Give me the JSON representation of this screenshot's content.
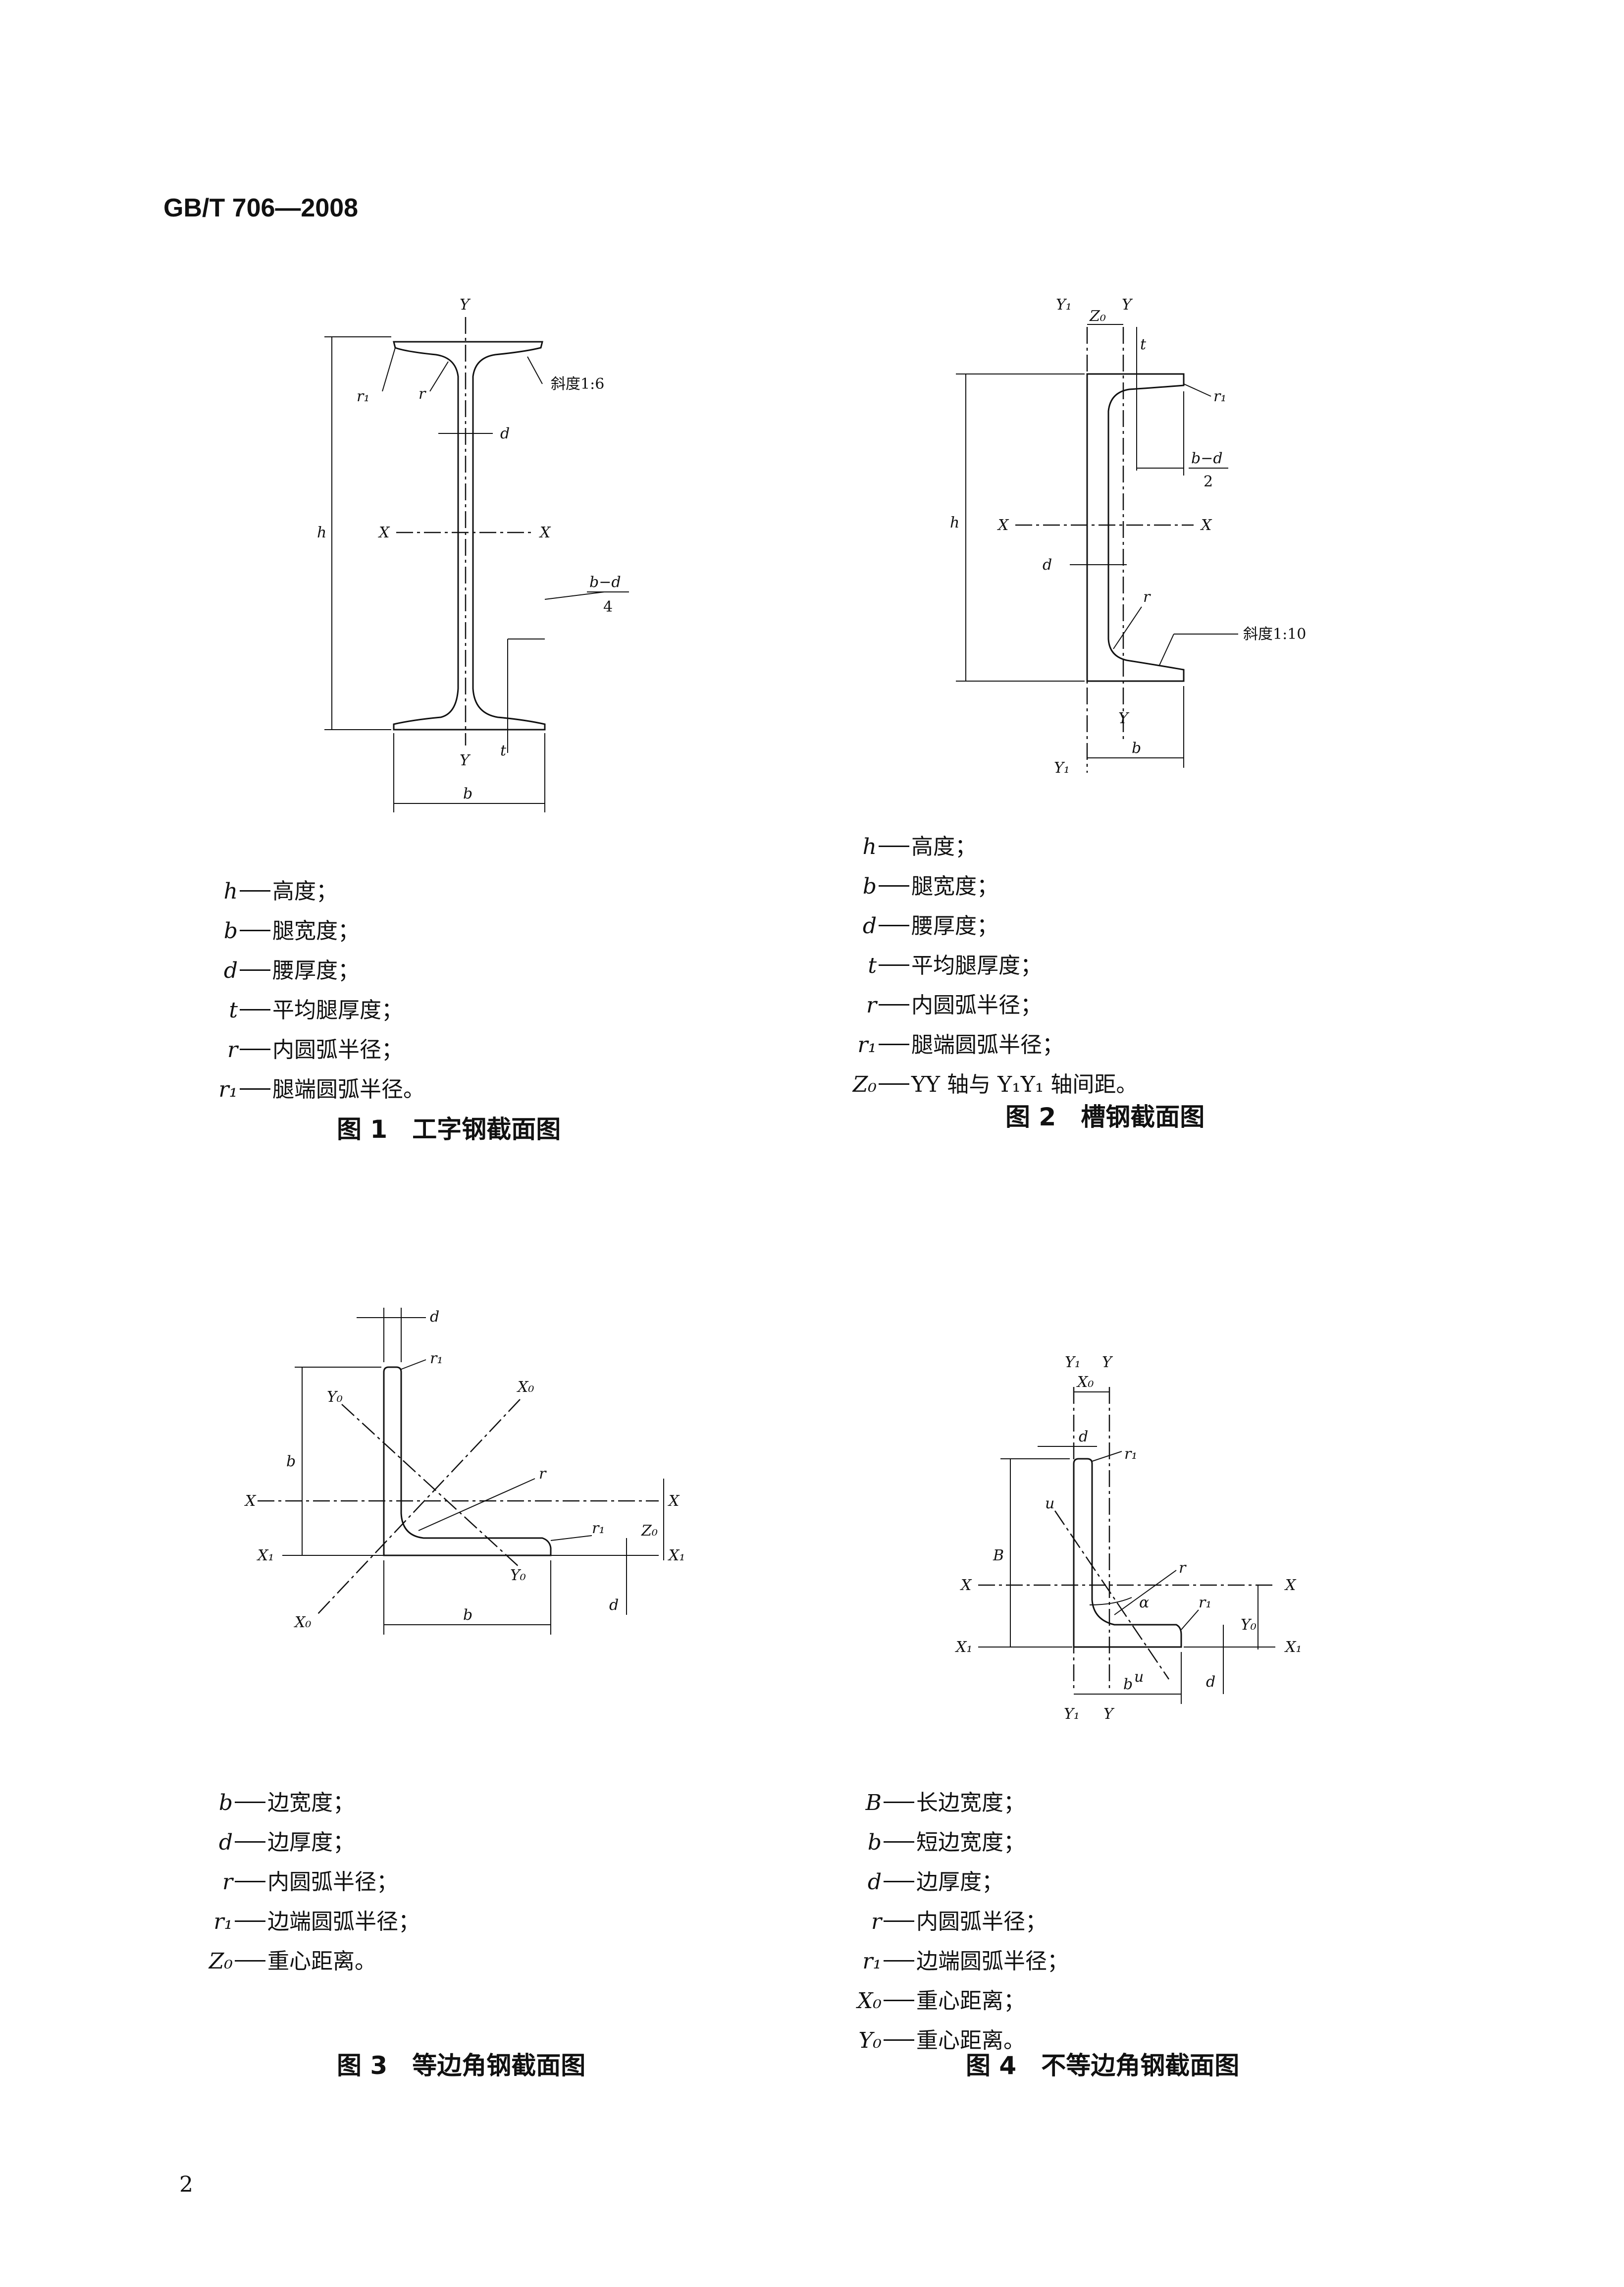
{
  "header": {
    "standard_code": "GB/T 706—2008"
  },
  "page_number": "2",
  "figures": {
    "fig1": {
      "caption": "图 1　工字钢截面图",
      "labels": {
        "Y": "Y",
        "X": "X",
        "h": "h",
        "b": "b",
        "d": "d",
        "t": "t",
        "r": "r",
        "r1": "r₁",
        "slope": "斜度1:6",
        "frac_num": "b−d",
        "frac_den": "4"
      },
      "legend": [
        {
          "sym": "h",
          "text": "高度；"
        },
        {
          "sym": "b",
          "text": "腿宽度；"
        },
        {
          "sym": "d",
          "text": "腰厚度；"
        },
        {
          "sym": "t",
          "text": "平均腿厚度；"
        },
        {
          "sym": "r",
          "text": "内圆弧半径；"
        },
        {
          "sym": "r₁",
          "text": "腿端圆弧半径。"
        }
      ]
    },
    "fig2": {
      "caption": "图 2　槽钢截面图",
      "labels": {
        "Y": "Y",
        "Y1": "Y₁",
        "Z0": "Z₀",
        "X": "X",
        "h": "h",
        "b": "b",
        "d": "d",
        "t": "t",
        "r": "r",
        "r1": "r₁",
        "slope": "斜度1:10",
        "frac_num": "b−d",
        "frac_den": "2"
      },
      "legend": [
        {
          "sym": "h",
          "text": "高度；"
        },
        {
          "sym": "b",
          "text": "腿宽度；"
        },
        {
          "sym": "d",
          "text": "腰厚度；"
        },
        {
          "sym": "t",
          "text": "平均腿厚度；"
        },
        {
          "sym": "r",
          "text": "内圆弧半径；"
        },
        {
          "sym": "r₁",
          "text": "腿端圆弧半径；"
        },
        {
          "sym": "Z₀",
          "text": "YY 轴与 Y₁Y₁ 轴间距。"
        }
      ]
    },
    "fig3": {
      "caption": "图 3　等边角钢截面图",
      "labels": {
        "X": "X",
        "X1": "X₁",
        "X0": "X₀",
        "Y0": "Y₀",
        "b": "b",
        "d": "d",
        "r": "r",
        "r1": "r₁",
        "Z0": "Z₀"
      },
      "legend": [
        {
          "sym": "b",
          "text": "边宽度；"
        },
        {
          "sym": "d",
          "text": "边厚度；"
        },
        {
          "sym": "r",
          "text": "内圆弧半径；"
        },
        {
          "sym": "r₁",
          "text": "边端圆弧半径；"
        },
        {
          "sym": "Z₀",
          "text": "重心距离。"
        }
      ]
    },
    "fig4": {
      "caption": "图 4　不等边角钢截面图",
      "labels": {
        "X": "X",
        "X1": "X₁",
        "X0": "X₀",
        "Y": "Y",
        "Y1": "Y₁",
        "Y0": "Y₀",
        "B": "B",
        "b": "b",
        "d": "d",
        "r": "r",
        "r1": "r₁",
        "u": "u",
        "alpha": "α"
      },
      "legend": [
        {
          "sym": "B",
          "text": "长边宽度；"
        },
        {
          "sym": "b",
          "text": "短边宽度；"
        },
        {
          "sym": "d",
          "text": "边厚度；"
        },
        {
          "sym": "r",
          "text": "内圆弧半径；"
        },
        {
          "sym": "r₁",
          "text": "边端圆弧半径；"
        },
        {
          "sym": "X₀",
          "text": "重心距离；"
        },
        {
          "sym": "Y₀",
          "text": "重心距离。"
        }
      ]
    }
  }
}
